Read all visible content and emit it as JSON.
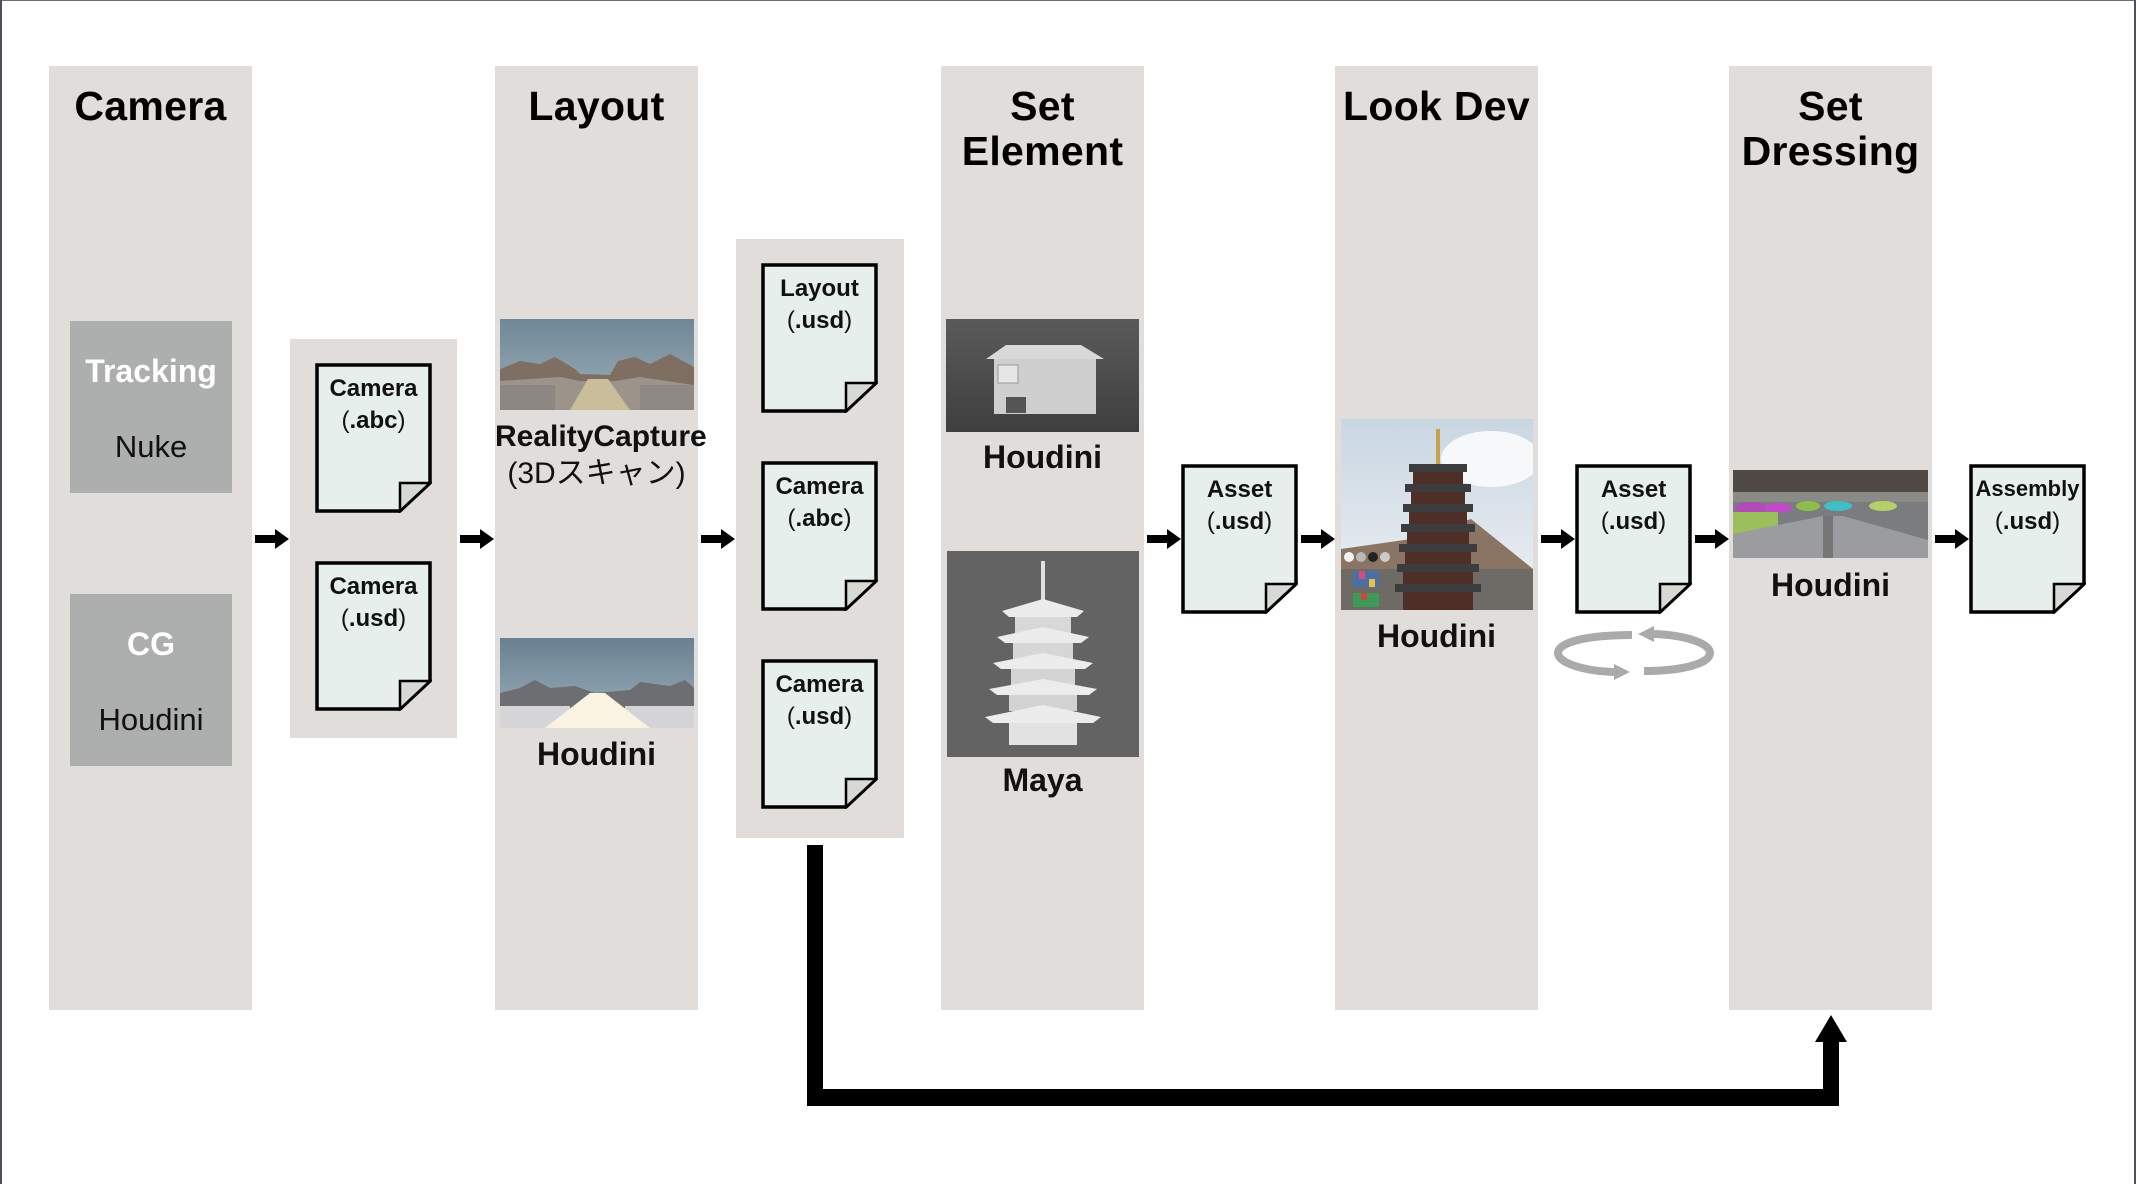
{
  "columns": {
    "camera": {
      "title": "Camera"
    },
    "layout": {
      "title": "Layout"
    },
    "set_element": {
      "title": "Set\nElement"
    },
    "look_dev": {
      "title": "Look Dev"
    },
    "set_dressing": {
      "title": "Set\nDressing"
    }
  },
  "camera_tools": [
    {
      "label": "Tracking",
      "software": "Nuke"
    },
    {
      "label": "CG",
      "software": "Houdini"
    }
  ],
  "camera_files": [
    {
      "name": "Camera",
      "ext": ".abc"
    },
    {
      "name": "Camera",
      "ext": ".usd"
    }
  ],
  "layout_items": [
    {
      "software": "RealityCapture",
      "note": "(3Dスキャン)",
      "image": "3d-scan-street-thumbnail"
    },
    {
      "software": "Houdini",
      "image": "houdini-layout-street-thumbnail"
    }
  ],
  "layout_files": [
    {
      "name": "Layout",
      "ext": ".usd"
    },
    {
      "name": "Camera",
      "ext": ".abc"
    },
    {
      "name": "Camera",
      "ext": ".usd"
    }
  ],
  "set_element_items": [
    {
      "software": "Houdini",
      "image": "house-model-thumbnail"
    },
    {
      "software": "Maya",
      "image": "pagoda-model-thumbnail"
    }
  ],
  "asset_file_1": {
    "name": "Asset",
    "ext": ".usd"
  },
  "look_dev_item": {
    "software": "Houdini",
    "image": "pagoda-lookdev-render-thumbnail"
  },
  "asset_file_2": {
    "name": "Asset",
    "ext": ".usd"
  },
  "iteration_icon": "cycle-arrows-icon",
  "set_dressing_item": {
    "software": "Houdini",
    "image": "set-dressing-viewport-thumbnail"
  },
  "assembly_file": {
    "name": "Assembly",
    "ext": ".usd"
  },
  "colors": {
    "column_bg": "#e1dddb",
    "tool_box_bg": "#adafae",
    "document_fill": "#e6efec",
    "document_fold": "#d7d9d4",
    "arrow": "#000000",
    "cycle_arrow": "#a9aaa9"
  }
}
